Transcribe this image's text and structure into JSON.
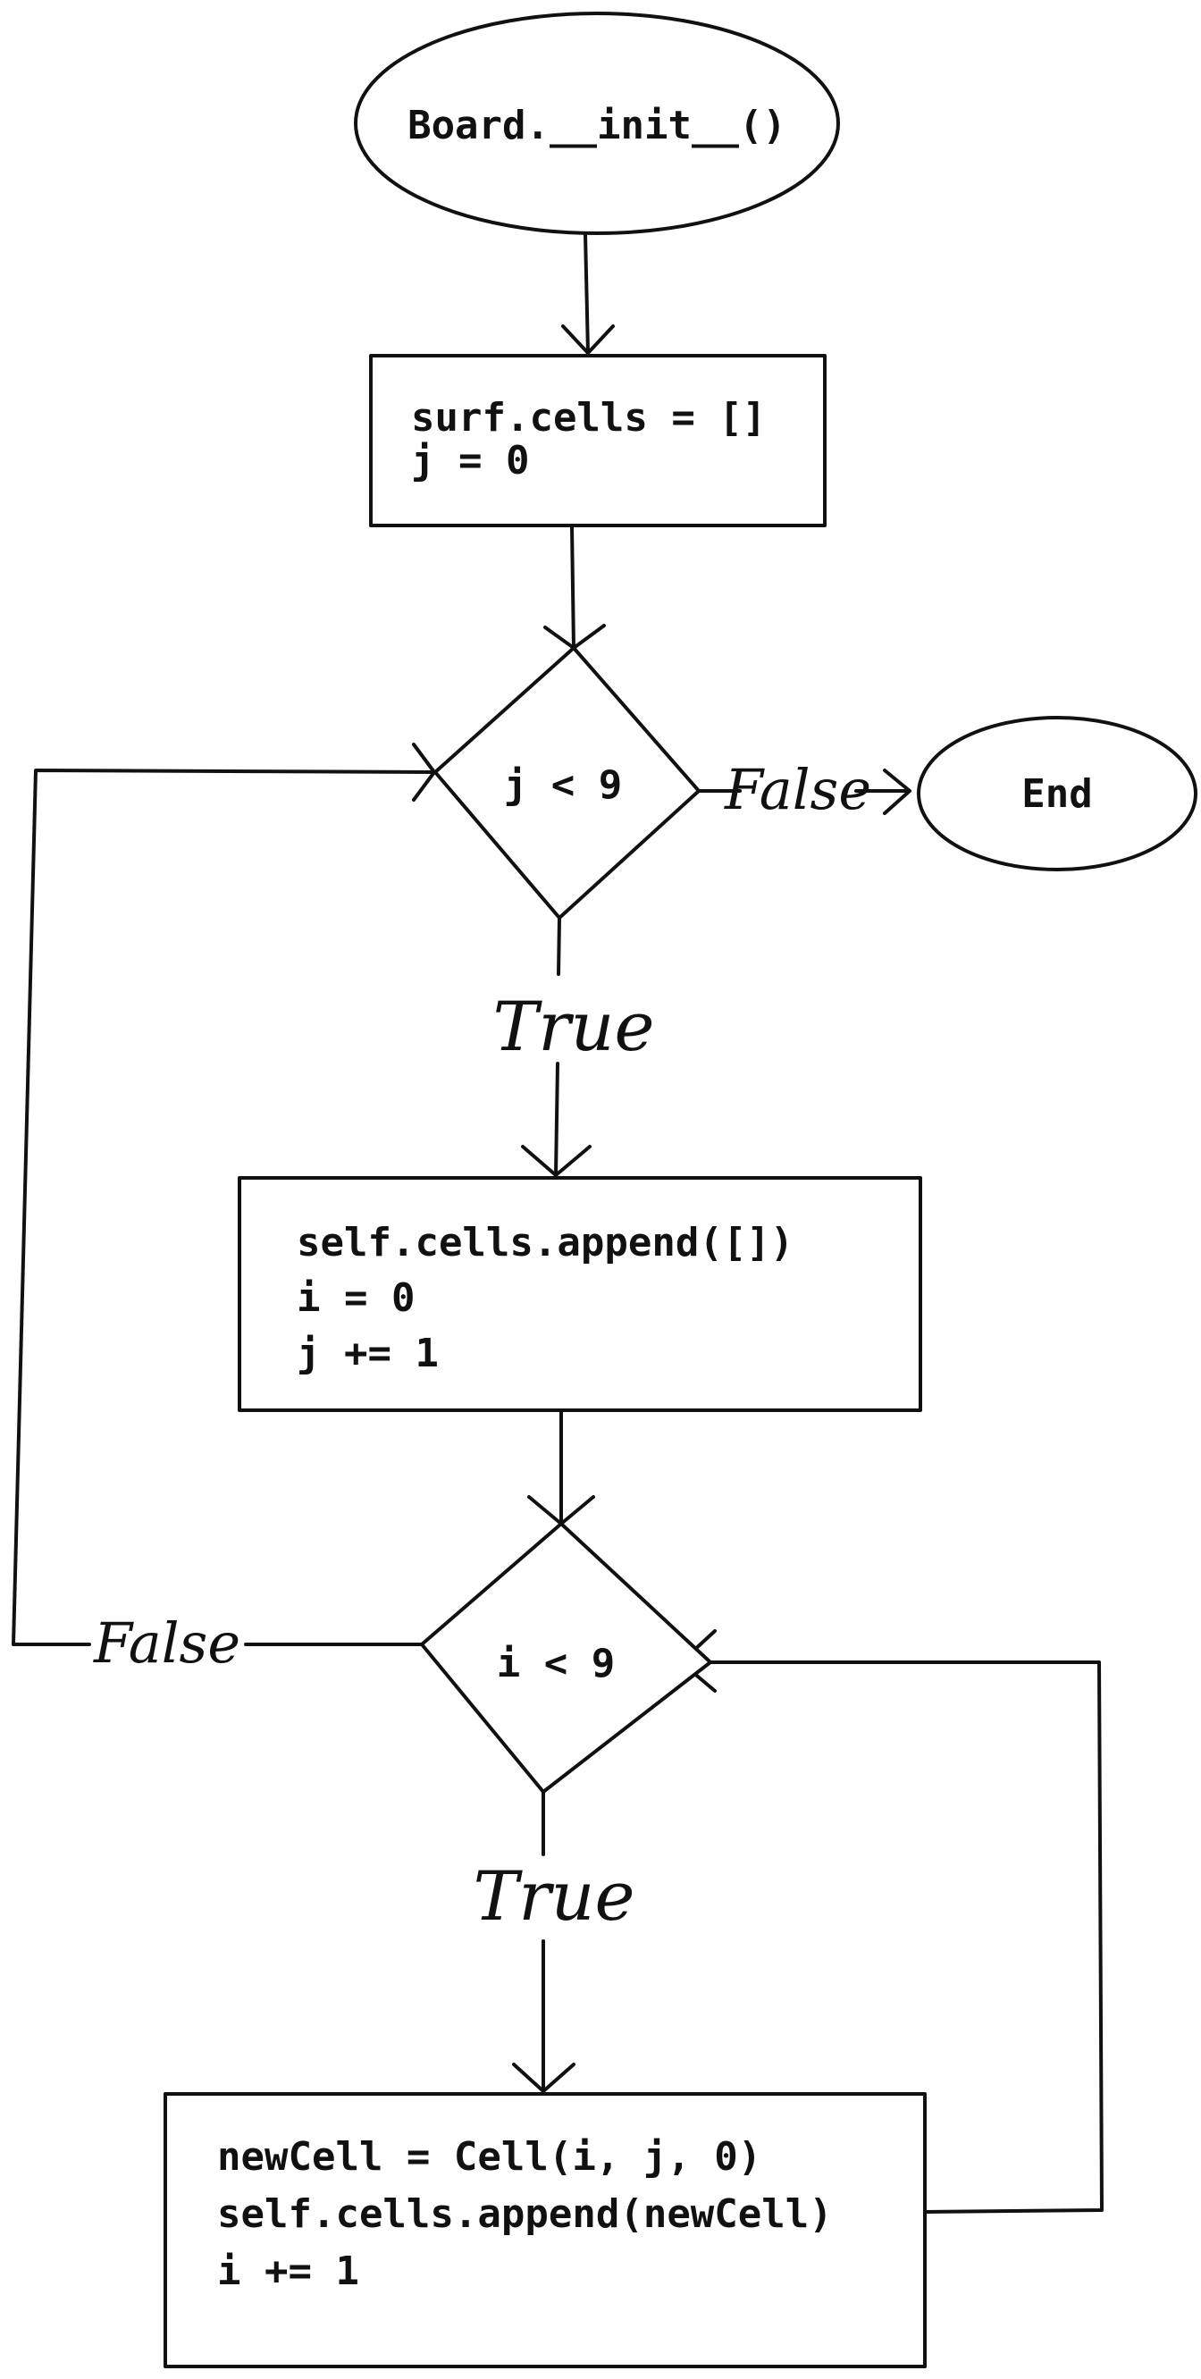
{
  "flowchart": {
    "start": "Board.__init__()",
    "init_box": [
      "surf.cells = []",
      "j = 0"
    ],
    "outer_condition": "j < 9",
    "end": "End",
    "outer_false_label": "False",
    "outer_true_label": "True",
    "row_box": [
      "self.cells.append([])",
      "i = 0",
      "j += 1"
    ],
    "inner_condition": "i < 9",
    "inner_false_label": "False",
    "inner_true_label": "True",
    "cell_box": [
      "newCell = Cell(i, j, 0)",
      "self.cells.append(newCell)",
      "i += 1"
    ]
  }
}
